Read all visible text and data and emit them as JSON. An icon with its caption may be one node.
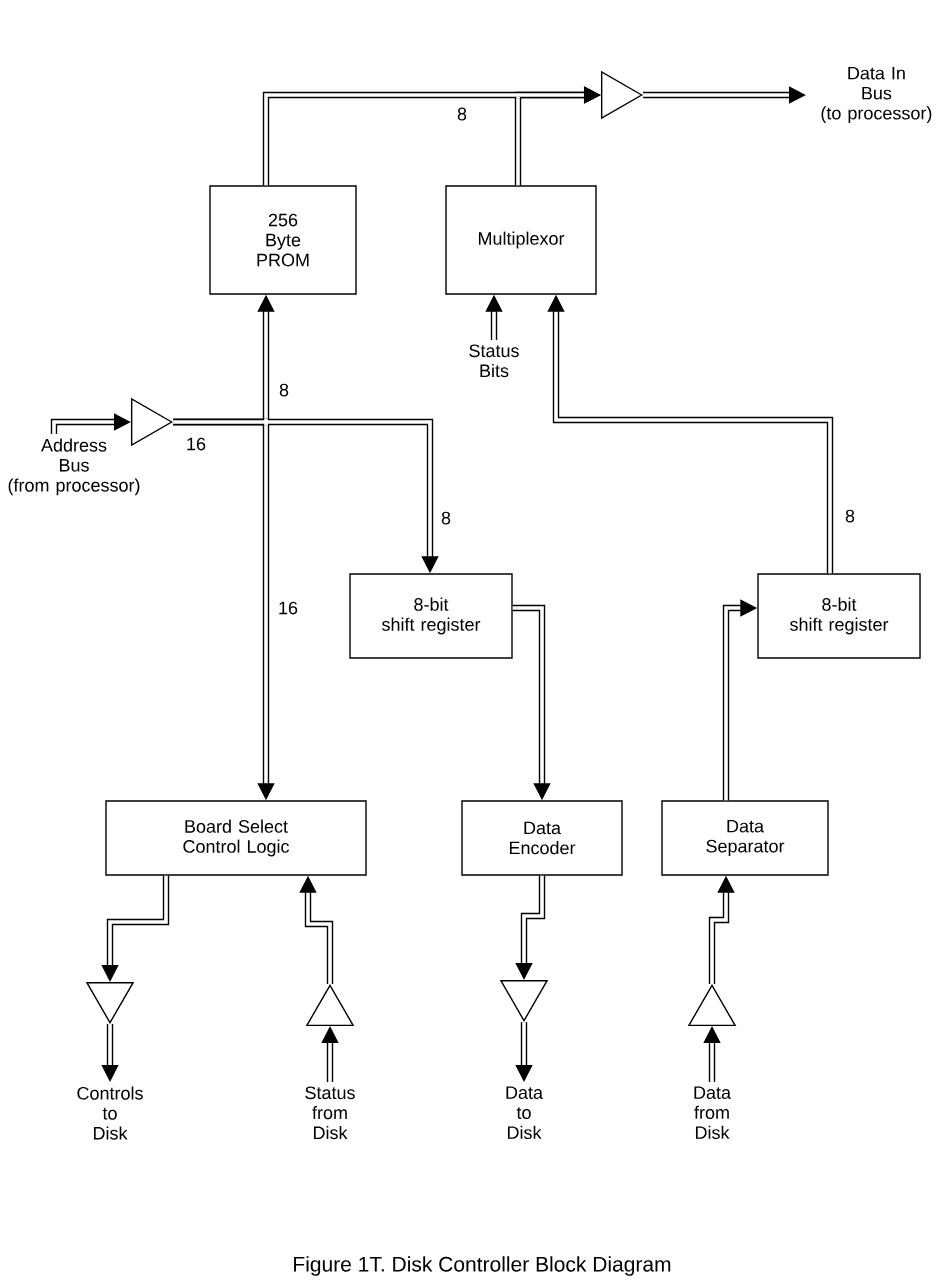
{
  "diagram": {
    "caption": "Figure 1T. Disk Controller Block Diagram",
    "nodes": [
      {
        "text": [],
        "shape": "triangle"
      },
      {
        "text": [
          "Data In Bus (to processor)"
        ]
      },
      {
        "text": [
          "256 Byte PROM"
        ]
      },
      {
        "text": [
          "Multiplexor"
        ]
      },
      {
        "text": [
          "Status Bits"
        ]
      },
      {
        "text": [],
        "shape": "triangle"
      },
      {
        "text": [
          "Address Bus (from processor)"
        ]
      },
      {
        "text": [
          "8-bit shift register"
        ]
      },
      {
        "text": [
          "8-bit shift register"
        ]
      },
      {
        "text": [
          "Board Select Control Logic"
        ]
      },
      {
        "text": [
          "Data Encoder"
        ]
      },
      {
        "text": [
          "Data Separator"
        ]
      },
      {
        "text": [],
        "shape": "triangle"
      },
      {
        "text": [],
        "shape": "triangle"
      },
      {
        "text": [],
        "shape": "triangle"
      },
      {
        "text": [],
        "shape": "triangle"
      },
      {
        "text": [
          "Controls to Disk"
        ]
      },
      {
        "text": [
          "Status from Disk"
        ]
      },
      {
        "text": [
          "Data to Disk"
        ]
      },
      {
        "text": [
          "Data from Disk"
        ]
      }
    ],
    "edges": [
      {
        "from": 2,
        "to": 0,
        "arrow": "to",
        "label": "8"
      },
      {
        "from": 3,
        "to": 0,
        "arrow": "to"
      },
      {
        "from": 0,
        "to": 1,
        "arrow": "to"
      },
      {
        "from": 4,
        "to": 3,
        "arrow": "to"
      },
      {
        "from": 8,
        "to": 3,
        "arrow": "to",
        "label": "8"
      },
      {
        "from": 6,
        "to": 5,
        "arrow": "to"
      },
      {
        "from": 5,
        "to": 2,
        "arrow": "to",
        "label": "8"
      },
      {
        "from": 5,
        "to": 7,
        "arrow": "to",
        "label": "8"
      },
      {
        "from": 5,
        "to": 9,
        "arrow": "to",
        "label": "16"
      },
      {
        "from": 7,
        "to": 10,
        "arrow": "to"
      },
      {
        "from": 11,
        "to": 8,
        "arrow": "to"
      },
      {
        "from": 9,
        "to": 12,
        "arrow": "to"
      },
      {
        "from": 12,
        "to": 16,
        "arrow": "to"
      },
      {
        "from": 17,
        "to": 13,
        "arrow": "to"
      },
      {
        "from": 13,
        "to": 9,
        "arrow": "to"
      },
      {
        "from": 10,
        "to": 14,
        "arrow": "to"
      },
      {
        "from": 14,
        "to": 18,
        "arrow": "to"
      },
      {
        "from": 19,
        "to": 15,
        "arrow": "to"
      },
      {
        "from": 15,
        "to": 11,
        "arrow": "to"
      }
    ],
    "labels": [
      "16"
    ]
  }
}
